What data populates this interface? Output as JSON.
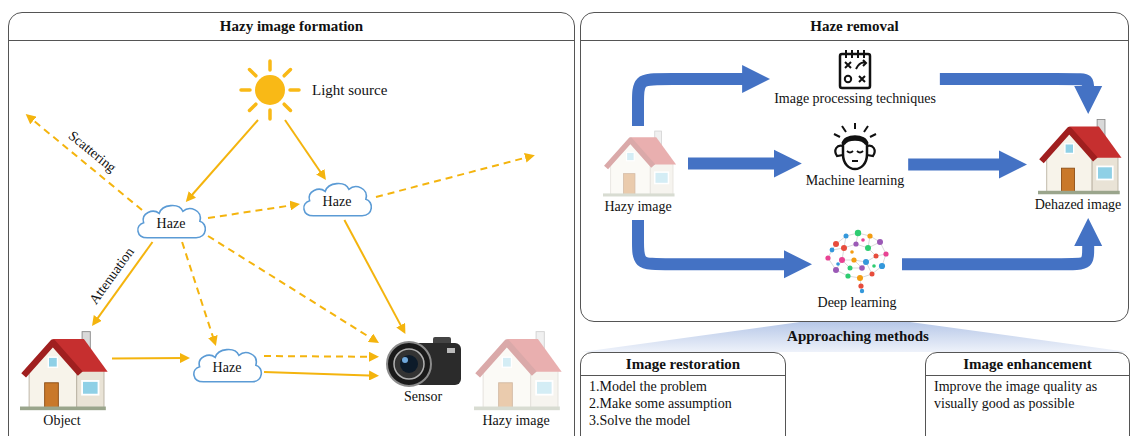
{
  "diagram": {
    "nodes": [
      {
        "text": [
          "Hazy image formation"
        ]
      },
      {
        "text": [
          "Light source"
        ],
        "in": 0
      },
      {
        "text": [
          "Haze"
        ],
        "in": 0
      },
      {
        "text": [
          "Haze"
        ],
        "in": 0
      },
      {
        "text": [
          "Haze"
        ],
        "in": 0
      },
      {
        "text": [
          "Object"
        ],
        "in": 0
      },
      {
        "text": [
          "Sensor"
        ],
        "in": 0
      },
      {
        "text": [
          "Hazy image"
        ],
        "in": 0
      },
      {
        "text": [
          "Haze removal"
        ]
      },
      {
        "text": [
          "Image processing techniques"
        ],
        "in": 8
      },
      {
        "text": [
          "Hazy image"
        ],
        "in": 8
      },
      {
        "text": [
          "Machine learning"
        ],
        "in": 8
      },
      {
        "text": [
          "Dehazed image"
        ],
        "in": 8
      },
      {
        "text": [
          "Deep learning"
        ],
        "in": 8
      },
      {
        "text": [
          "Approaching methods"
        ]
      },
      {
        "text": [
          "Image restoration",
          "1.Model the problem",
          "2.Make some assumption",
          "3.Solve the model"
        ]
      },
      {
        "text": [
          "Image enhancement",
          "Improve the image quality as visually good as possible"
        ]
      }
    ],
    "edges": [
      {
        "from": 1,
        "to": 2,
        "arrow": "to"
      },
      {
        "from": 1,
        "to": 3,
        "arrow": "to"
      },
      {
        "from": 2,
        "to": 5,
        "arrow": "to",
        "label": "Attenuation"
      },
      {
        "from": 2,
        "to": 3,
        "arrow": "to"
      },
      {
        "from": 2,
        "to": 4,
        "arrow": "to"
      },
      {
        "from": 2,
        "to": 6,
        "arrow": "to"
      },
      {
        "from": 3,
        "to": 6,
        "arrow": "to"
      },
      {
        "from": 5,
        "to": 4,
        "arrow": "to"
      },
      {
        "from": 4,
        "to": 6,
        "arrow": "to"
      },
      {
        "from": 4,
        "to": 6,
        "arrow": "to"
      },
      {
        "from": 10,
        "to": 9,
        "arrow": "to"
      },
      {
        "from": 10,
        "to": 11,
        "arrow": "to"
      },
      {
        "from": 10,
        "to": 13,
        "arrow": "to"
      },
      {
        "from": 9,
        "to": 12,
        "arrow": "to"
      },
      {
        "from": 11,
        "to": 12,
        "arrow": "to"
      },
      {
        "from": 13,
        "to": 12,
        "arrow": "to"
      }
    ],
    "labels": [
      "Scattering"
    ]
  }
}
